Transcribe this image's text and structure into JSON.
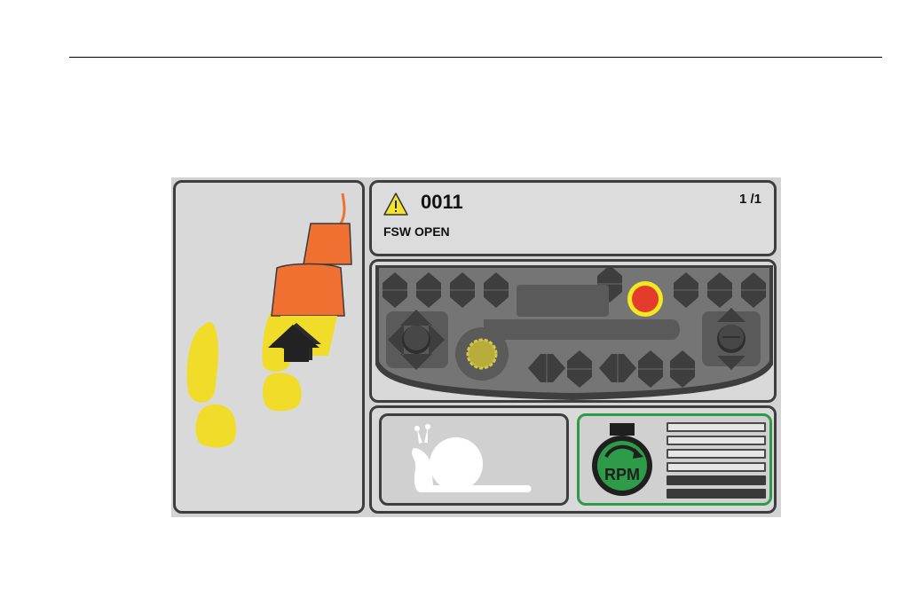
{
  "alarm": {
    "code": "0011",
    "message": "FSW OPEN",
    "page_indicator": "1 /1",
    "icon": "warning-triangle-icon",
    "icon_color": "#f1e42a"
  },
  "pedal_panel": {
    "icons": [
      "footprint-left-icon",
      "footprint-right-icon",
      "foot-pedal-icon",
      "arrow-up-icon"
    ],
    "pedal_color": "#ef7030",
    "foot_color": "#f2dc2a"
  },
  "remote_panel": {
    "icon": "remote-control-icon",
    "stop_button_color": "#e53b2d",
    "stop_ring_color": "#f4e81e"
  },
  "speed_panel": {
    "icon": "snail-slow-speed-icon"
  },
  "rpm_panel": {
    "label": "RPM",
    "icon": "engine-rpm-icon",
    "accent_color": "#2e9b48",
    "level_bars_total": 6,
    "level_bars_filled": 2
  }
}
